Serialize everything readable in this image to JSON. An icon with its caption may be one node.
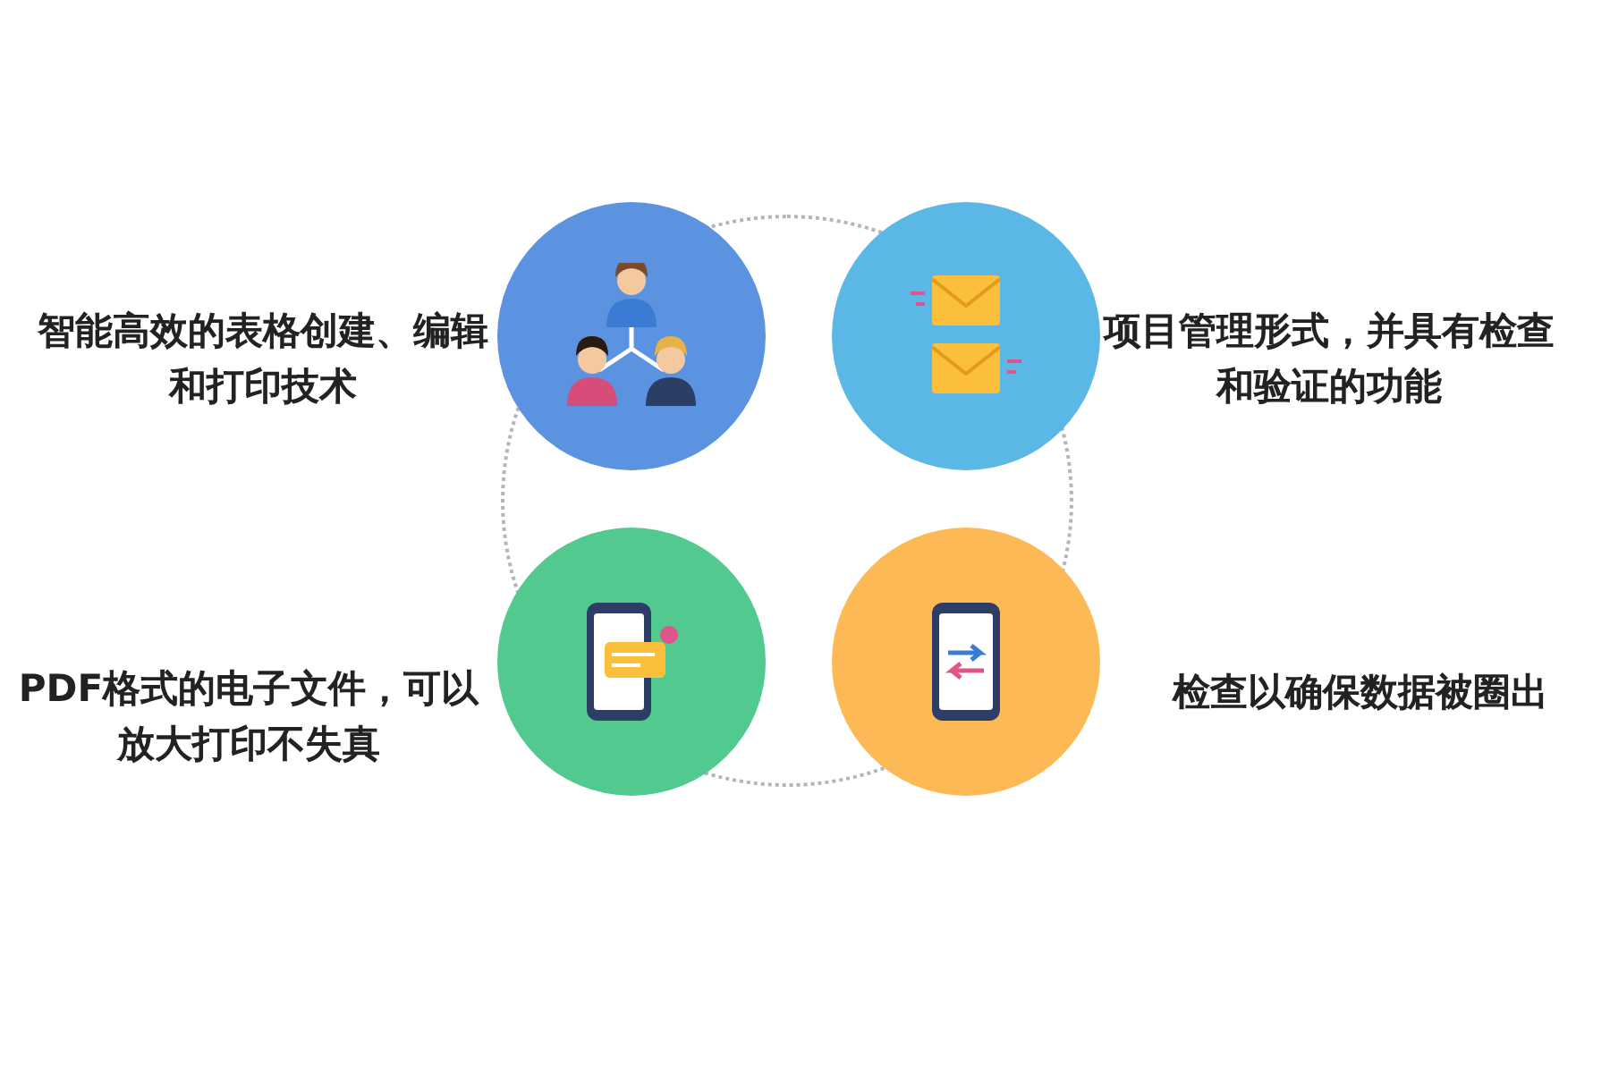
{
  "diagram": {
    "nodes": [
      {
        "text": [],
        "shape": "circle",
        "beside": [
          "智能高效的表格创建、编辑和打印技术"
        ]
      },
      {
        "text": [],
        "shape": "circle",
        "beside": [
          "项目管理形式，并具有检查和验证的功能"
        ]
      },
      {
        "text": [],
        "shape": "circle",
        "beside": [
          "PDF格式的电子文件，可以放大打印不失真"
        ]
      },
      {
        "text": [],
        "shape": "circle",
        "beside": [
          "检查以确保数据被圈出"
        ]
      }
    ]
  }
}
